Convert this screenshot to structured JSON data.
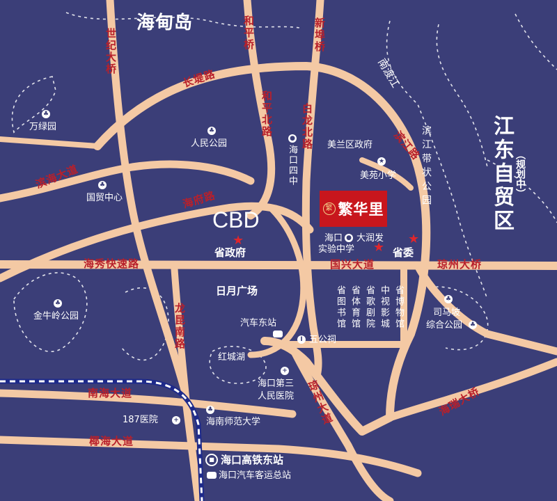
{
  "areas": {
    "haidian_island": "海甸岛",
    "jiangdong": "江东自贸区",
    "jiangdong_note": "（规划中）",
    "nandu_river": "南渡江",
    "riverside_park": "滨江带状公园"
  },
  "roads": {
    "shiji_bridge": "世纪大桥",
    "heping_bridge": "和平桥",
    "xinbu_bridge": "新埠桥",
    "changdi_rd": "长堤路",
    "heping_north_rd": "和平北路",
    "bailong_north_rd": "白龙北路",
    "binjiang_rd": "滨江路",
    "binhai_ave": "滨海大道",
    "haifu_rd": "海府路",
    "haixiu_expressway": "海秀快速路",
    "guoxing_ave": "国兴大道",
    "qiongzhou_bridge": "琼州大桥",
    "longkun_south_rd": "龙昆南路",
    "qiongzhou_ave": "琼州大道",
    "nanhai_ave": "南海大道",
    "yehai_ave": "椰海大道",
    "hairui_bridge": "海瑞大桥"
  },
  "places": {
    "wanlv_park": "万绿园",
    "people_park": "人民公园",
    "meilan_gov": "美兰区政府",
    "haikou_no4": "海口四中",
    "meiyuan_school": "美苑小学",
    "guomao": "国贸中心",
    "cbd": "CBD",
    "provincial_gov": "省政府",
    "haikou_school_line1": "海口",
    "haikou_school_line2": "实验中学",
    "darunfa": "大润发",
    "provincial_committee": "省委",
    "riyue_plaza": "日月广场",
    "jinniuling_park": "金牛岭公园",
    "qiche_east": "汽车东站",
    "wugong_temple": "五公祠",
    "hongcheng_lake": "红城湖",
    "third_hospital_line1": "海口第三",
    "third_hospital_line2": "人民医院",
    "hospital_187": "187医院",
    "normal_univ": "海南师范大学",
    "hsr_east": "海口高铁东站",
    "bus_terminal": "海口汽车客运总站",
    "simapo_park_line1": "司马坡",
    "simapo_park_line2": "综合公园",
    "library": "省图书馆",
    "gym": "省体育馆",
    "theater": "省歌剧院",
    "tv_cinema": "中视影城",
    "museum": "省博物馆"
  },
  "project": {
    "logo": "繁",
    "name": "繁华里"
  },
  "colors": {
    "background": "#3b3e78",
    "road": "#f4c9a4",
    "road_label": "#b8202b",
    "project": "#c8161d",
    "star": "#e0262c",
    "rail": "#1e2a8a"
  },
  "icons": {
    "park": "tree-icon",
    "hospital": "cross-icon",
    "star": "star-icon",
    "metro": "train-icon",
    "bus": "bus-icon"
  }
}
